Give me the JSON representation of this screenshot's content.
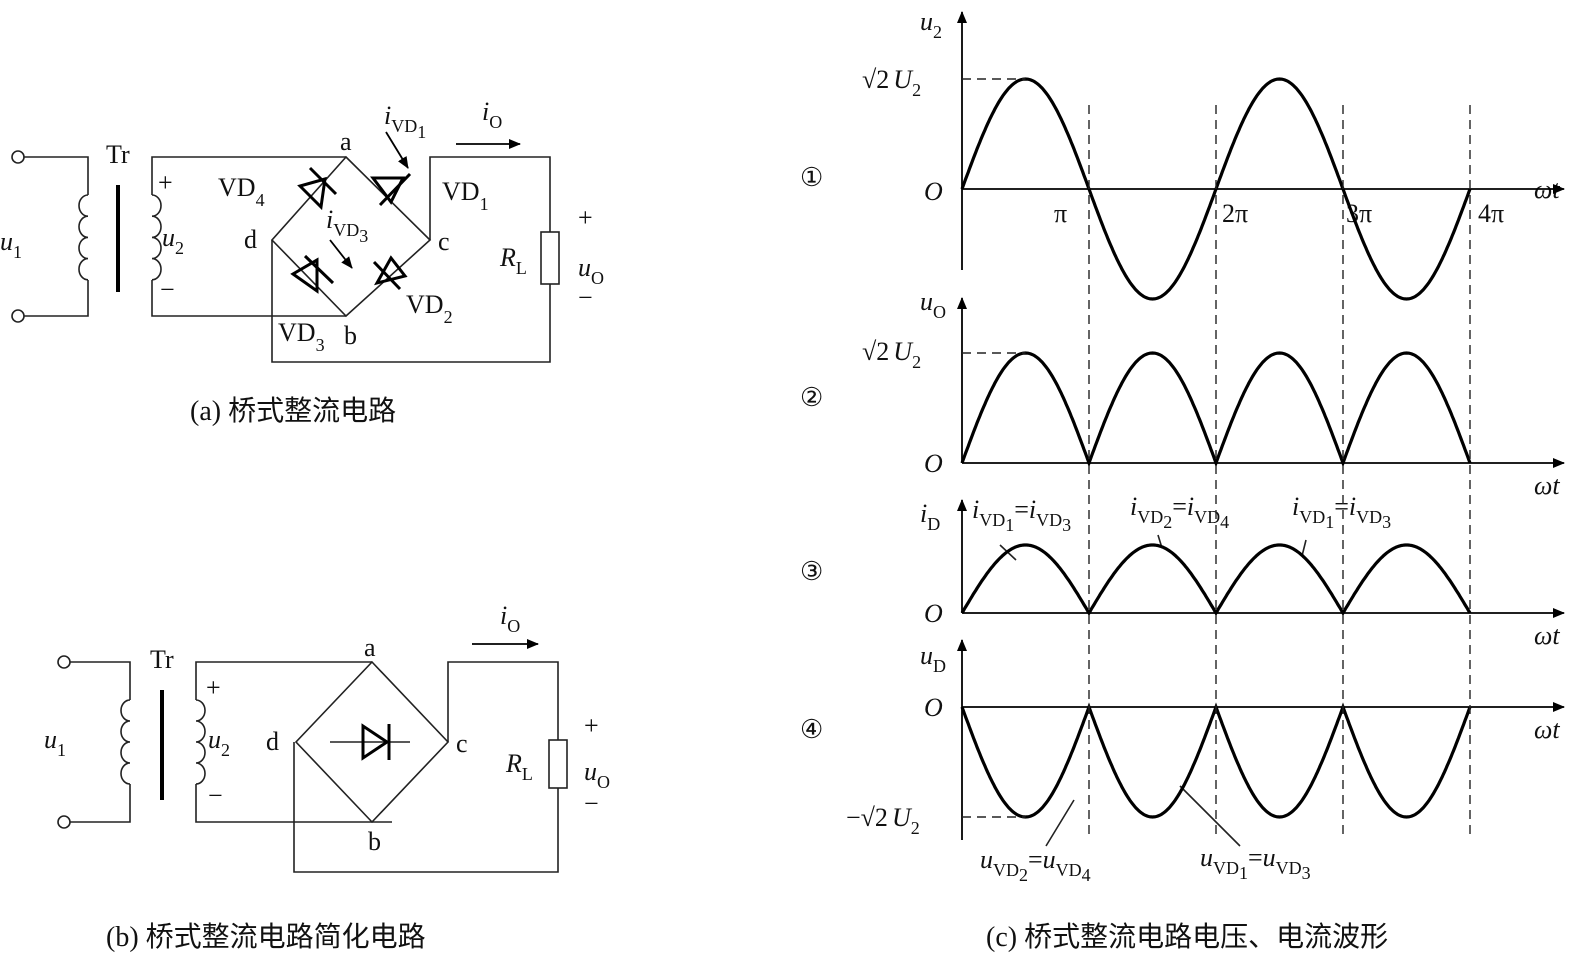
{
  "captions": {
    "a": "(a) 桥式整流电路",
    "b": "(b) 桥式整流电路简化电路",
    "c": "(c) 桥式整流电路电压、电流波形"
  },
  "circuit_a": {
    "nodes": {
      "a": "a",
      "b": "b",
      "c": "c",
      "d": "d"
    },
    "transformer": "Tr",
    "u1": {
      "main": "u",
      "sub": "1"
    },
    "u2": {
      "main": "u",
      "sub": "2"
    },
    "plus": "+",
    "minus": "−",
    "diodes": {
      "vd1": {
        "main": "VD",
        "sub": "1"
      },
      "vd2": {
        "main": "VD",
        "sub": "2"
      },
      "vd3": {
        "main": "VD",
        "sub": "3"
      },
      "vd4": {
        "main": "VD",
        "sub": "4"
      }
    },
    "i_vd1": {
      "main": "i",
      "sub": "VD",
      "subsub": "1"
    },
    "i_vd3": {
      "main": "i",
      "sub": "VD",
      "subsub": "3"
    },
    "io": {
      "main": "i",
      "sub": "O"
    },
    "rl": {
      "main": "R",
      "sub": "L"
    },
    "uo": {
      "main": "u",
      "sub": "O"
    }
  },
  "circuit_b": {
    "nodes": {
      "a": "a",
      "b": "b",
      "c": "c",
      "d": "d"
    },
    "transformer": "Tr",
    "u1": {
      "main": "u",
      "sub": "1"
    },
    "u2": {
      "main": "u",
      "sub": "2"
    },
    "plus": "+",
    "minus": "−",
    "io": {
      "main": "i",
      "sub": "O"
    },
    "rl": {
      "main": "R",
      "sub": "L"
    },
    "uo": {
      "main": "u",
      "sub": "O"
    }
  },
  "waveforms": {
    "origin": "O",
    "x_axis": "ωt",
    "ticks": [
      "π",
      "2π",
      "3π",
      "4π"
    ],
    "peak_label": {
      "prefix": "√2",
      "main": "U",
      "sub": "2"
    },
    "neg_peak_label": {
      "prefix": "−√2",
      "main": "U",
      "sub": "2"
    },
    "panels": [
      {
        "marker": "①",
        "ylabel": {
          "main": "u",
          "sub": "2"
        }
      },
      {
        "marker": "②",
        "ylabel": {
          "main": "u",
          "sub": "O"
        }
      },
      {
        "marker": "③",
        "ylabel": {
          "main": "i",
          "sub": "D"
        }
      },
      {
        "marker": "④",
        "ylabel": {
          "main": "u",
          "sub": "D"
        }
      }
    ],
    "id_labels": [
      {
        "a": "i",
        "asub": "VD",
        "anum": "1",
        "b": "i",
        "bsub": "VD",
        "bnum": "3"
      },
      {
        "a": "i",
        "asub": "VD",
        "anum": "2",
        "b": "i",
        "bsub": "VD",
        "bnum": "4"
      },
      {
        "a": "i",
        "asub": "VD",
        "anum": "1",
        "b": "i",
        "bsub": "VD",
        "bnum": "3"
      }
    ],
    "ud_labels": [
      {
        "a": "u",
        "asub": "VD",
        "anum": "2",
        "b": "u",
        "bsub": "VD",
        "bnum": "4"
      },
      {
        "a": "u",
        "asub": "VD",
        "anum": "1",
        "b": "u",
        "bsub": "VD",
        "bnum": "3"
      }
    ],
    "equals": "="
  },
  "chart_data": [
    {
      "type": "line",
      "panel": "①",
      "x_periods_pi": [
        0,
        4
      ],
      "series": [
        {
          "shape": "sine",
          "peak": 1,
          "values_at_half_pi": [
            0,
            1,
            0,
            -1,
            0,
            1,
            0,
            -1,
            0
          ]
        }
      ]
    },
    {
      "type": "line",
      "panel": "②",
      "x_periods_pi": [
        0,
        4
      ],
      "series": [
        {
          "shape": "abs_sine",
          "peak": 1,
          "values_at_half_pi": [
            0,
            1,
            0,
            1,
            0,
            1,
            0,
            1,
            0
          ]
        }
      ]
    },
    {
      "type": "line",
      "panel": "③",
      "x_periods_pi": [
        0,
        4
      ],
      "series": [
        {
          "shape": "abs_sine",
          "peak": 1,
          "values_at_half_pi": [
            0,
            1,
            0,
            1,
            0,
            1,
            0,
            1,
            0
          ]
        }
      ]
    },
    {
      "type": "line",
      "panel": "④",
      "x_periods_pi": [
        0,
        4
      ],
      "series": [
        {
          "shape": "neg_abs_sine",
          "peak": -1,
          "values_at_half_pi": [
            0,
            -1,
            0,
            -1,
            0,
            -1,
            0,
            -1,
            0
          ]
        }
      ]
    }
  ]
}
